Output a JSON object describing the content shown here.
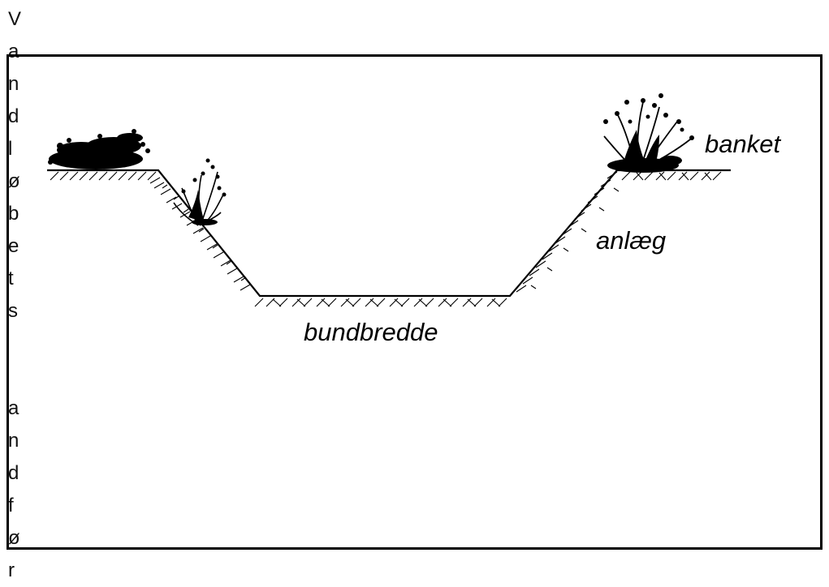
{
  "side_text": {
    "letters": [
      "V",
      "a",
      "n",
      "d",
      "l",
      "ø",
      "b",
      "e",
      "t",
      "s",
      "",
      "",
      "a",
      "n",
      "d",
      "f",
      "ø",
      "r"
    ]
  },
  "diagram": {
    "labels": {
      "banket": "banket",
      "anlaeg": "anlæg",
      "bundbredde": "bundbredde"
    }
  },
  "colors": {
    "ink": "#000000",
    "background": "#ffffff"
  },
  "icons": [
    "vegetation-tuft-icon",
    "shrub-icon",
    "hatch-pattern"
  ]
}
